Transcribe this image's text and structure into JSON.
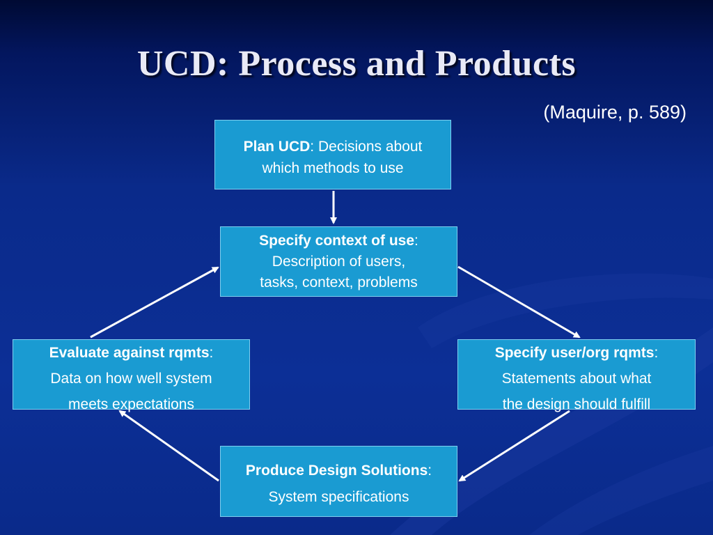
{
  "title": "UCD: Process and Products",
  "citation": "(Maquire, p. 589)",
  "colors": {
    "background": "#0c2f96",
    "box_fill": "#1a9bd2",
    "text": "#ffffff",
    "arrow": "#ffffff"
  },
  "nodes": {
    "plan": {
      "heading": "Plan UCD",
      "sep": ": ",
      "line1_rest": "Decisions about",
      "line2": "which methods to use"
    },
    "context": {
      "heading": "Specify context of use",
      "sep": ":",
      "line2": "Description of users,",
      "line3": "tasks, context, problems"
    },
    "userorg": {
      "heading": "Specify user/org rqmts",
      "sep": ":",
      "line2": "Statements about what",
      "line3": "the design should fulfill"
    },
    "produce": {
      "heading": "Produce Design Solutions",
      "sep": ":",
      "line2": "System specifications"
    },
    "evaluate": {
      "heading": "Evaluate against rqmts",
      "sep": ":",
      "line2": "Data on how well system",
      "line3": "meets expectations"
    }
  },
  "edges": [
    {
      "from": "plan",
      "to": "context"
    },
    {
      "from": "context",
      "to": "userorg"
    },
    {
      "from": "userorg",
      "to": "produce"
    },
    {
      "from": "produce",
      "to": "evaluate"
    },
    {
      "from": "evaluate",
      "to": "context"
    }
  ]
}
